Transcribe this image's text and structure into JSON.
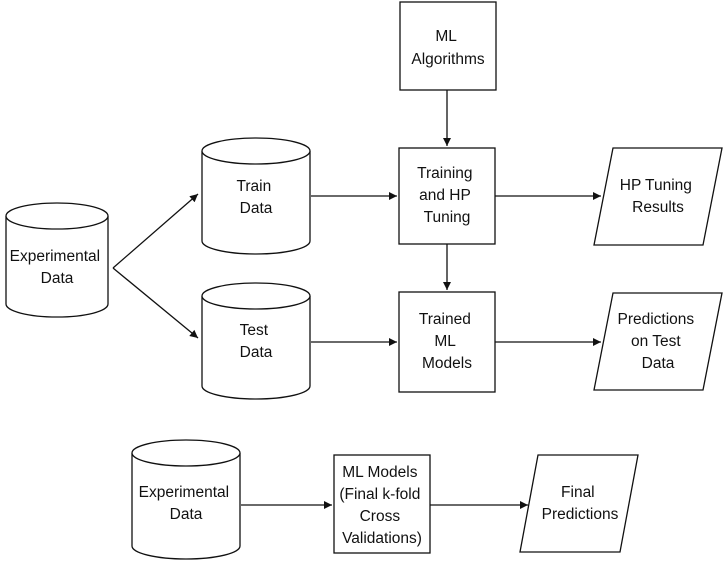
{
  "nodes": {
    "ml_algorithms": [
      "ML",
      "Algorithms"
    ],
    "experimental_data": [
      "Experimental",
      "Data"
    ],
    "train_data": [
      "Train",
      "Data"
    ],
    "test_data": [
      "Test",
      "Data"
    ],
    "training_hp_tuning": [
      "Training",
      "and HP",
      "Tuning"
    ],
    "trained_ml_models": [
      "Trained",
      "ML",
      "Models"
    ],
    "hp_tuning_results": [
      "HP Tuning",
      "Results"
    ],
    "predictions_test": [
      "Predictions",
      "on Test",
      "Data"
    ],
    "experimental_data_2": [
      "Experimental",
      "Data"
    ],
    "ml_models_final": [
      "ML Models",
      "(Final k-fold",
      "Cross",
      "Validations)"
    ],
    "final_predictions": [
      "Final",
      "Predictions"
    ]
  },
  "colors": {
    "stroke": "#111111",
    "fill": "#ffffff",
    "text": "#111111"
  }
}
